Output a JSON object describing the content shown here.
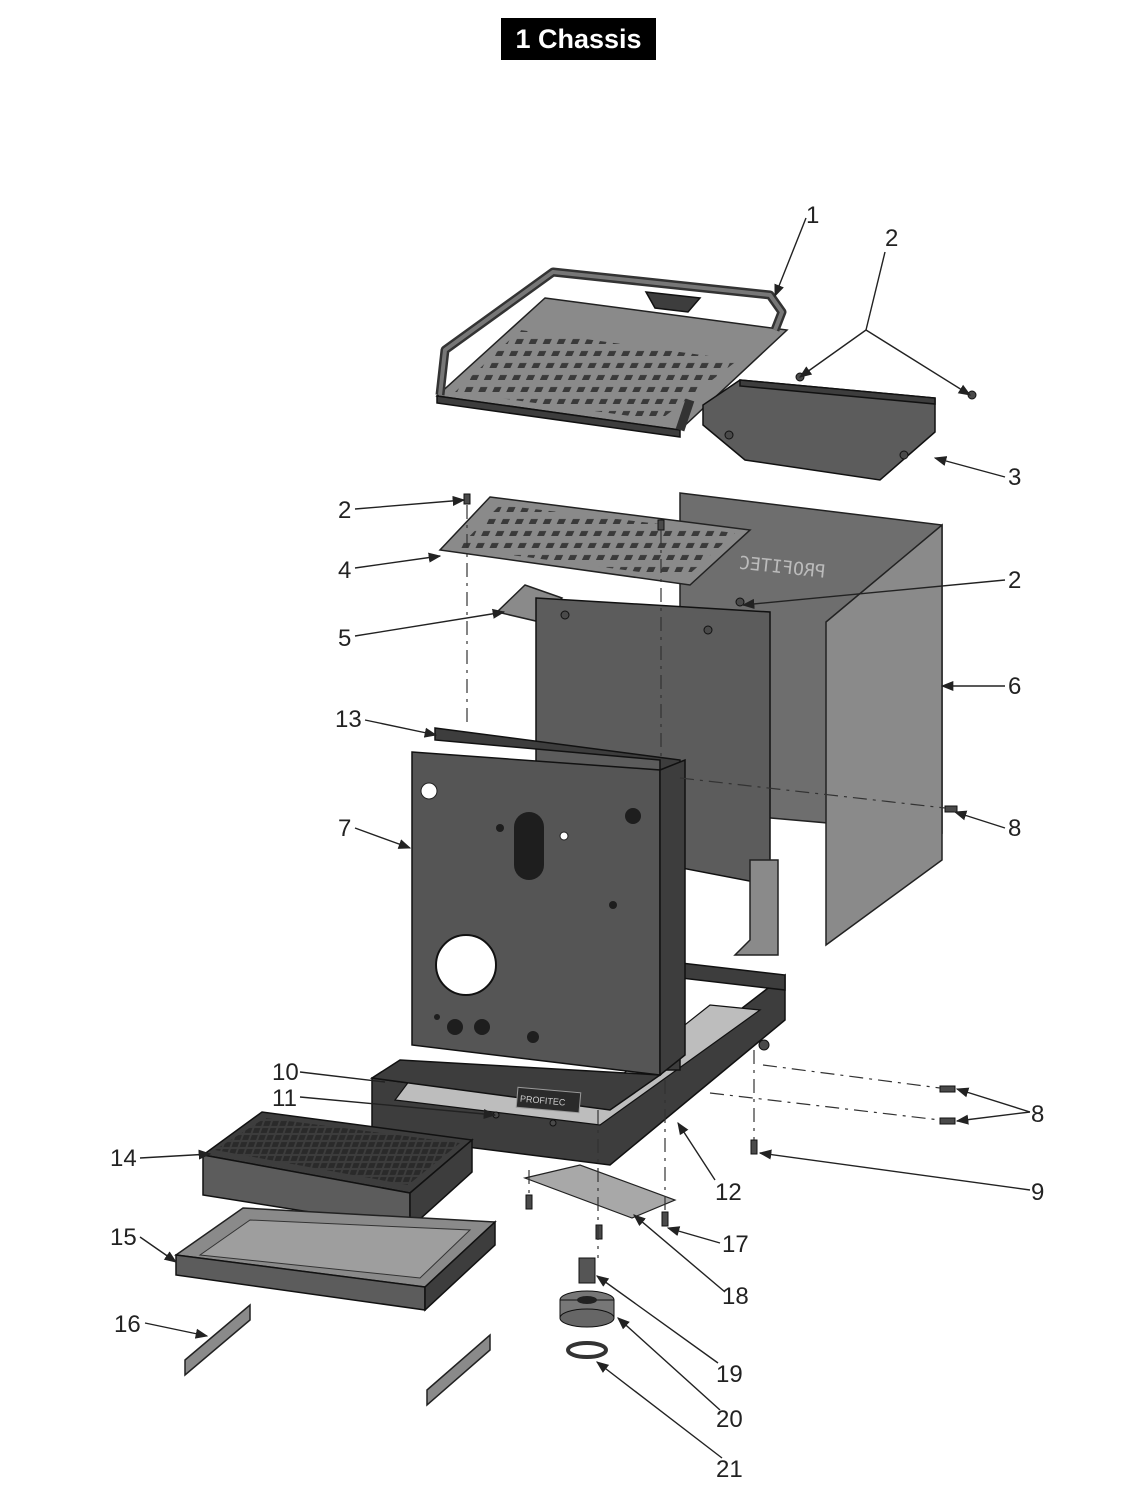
{
  "title": "1 Chassis",
  "callouts": [
    "1",
    "2",
    "3",
    "2",
    "4",
    "5",
    "2",
    "6",
    "13",
    "8",
    "7",
    "10",
    "11",
    "8",
    "14",
    "9",
    "12",
    "17",
    "15",
    "18",
    "16",
    "19",
    "20",
    "21"
  ],
  "logo_text": "PROFITEC",
  "colors": {
    "metal_dark": "#3d3d3d",
    "metal_mid": "#5c5c5c",
    "metal_light": "#8a8a8a"
  }
}
